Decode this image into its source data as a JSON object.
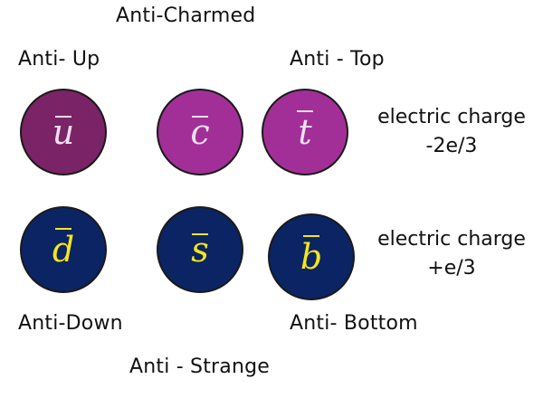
{
  "particles": [
    {
      "label": "Anti- Up",
      "symbol": "u",
      "color": "#7a2367"
    },
    {
      "label": "Anti-Charmed",
      "symbol": "c",
      "color": "#a22f97"
    },
    {
      "label": "Anti - Top",
      "symbol": "t",
      "color": "#a22f97"
    },
    {
      "label": "Anti-Down",
      "symbol": "d",
      "color": "#0b2463"
    },
    {
      "label": "Anti - Strange",
      "symbol": "s",
      "color": "#0b2463"
    },
    {
      "label": "Anti- Bottom",
      "symbol": "b",
      "color": "#0b2463"
    }
  ],
  "charges": [
    {
      "line1": "electric charge",
      "line2": "-2e/3"
    },
    {
      "line1": "electric charge",
      "line2": "+e/3"
    }
  ]
}
